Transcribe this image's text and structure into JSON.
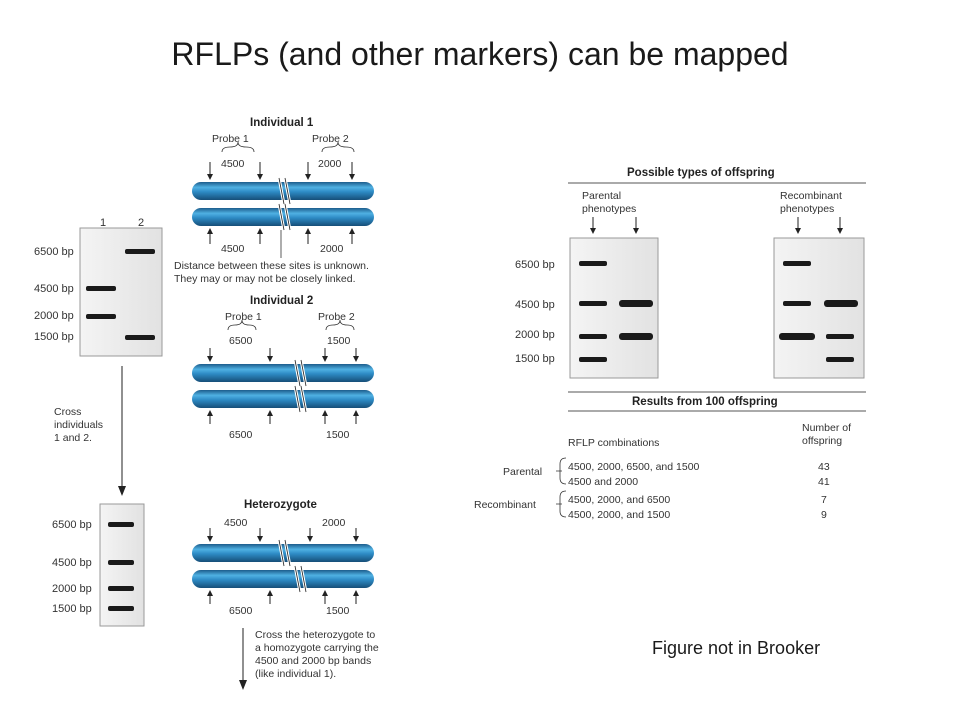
{
  "slide": {
    "title": "RFLPs (and other markers) can be mapped",
    "note": "Figure not in Brooker"
  },
  "left_gel": {
    "lanes": [
      "1",
      "2"
    ],
    "sizes": [
      "6500 bp",
      "4500 bp",
      "2000 bp",
      "1500 bp"
    ]
  },
  "cross_text": [
    "Cross",
    "individuals",
    "1 and 2."
  ],
  "het_gel": {
    "sizes": [
      "6500 bp",
      "4500 bp",
      "2000 bp",
      "1500 bp"
    ]
  },
  "individual1": {
    "title": "Individual 1",
    "probe1": "Probe 1",
    "probe2": "Probe 2",
    "top_a": "4500",
    "top_b": "2000",
    "bot_a": "4500",
    "bot_b": "2000",
    "note_l1": "Distance between these sites is unknown.",
    "note_l2": "They may or may not be closely linked."
  },
  "individual2": {
    "title": "Individual 2",
    "probe1": "Probe 1",
    "probe2": "Probe 2",
    "top_a": "6500",
    "top_b": "1500",
    "bot_a": "6500",
    "bot_b": "1500"
  },
  "heterozygote": {
    "title": "Heterozygote",
    "top_a": "4500",
    "top_b": "2000",
    "bot_a": "6500",
    "bot_b": "1500"
  },
  "het_cross_text": [
    "Cross the heterozygote to",
    "a homozygote carrying the",
    "4500 and 2000 bp bands",
    "(like individual 1)."
  ],
  "offspring": {
    "title": "Possible types of offspring",
    "parental_l1": "Parental",
    "parental_l2": "phenotypes",
    "recomb_l1": "Recombinant",
    "recomb_l2": "phenotypes",
    "sizes": [
      "6500 bp",
      "4500 bp",
      "2000 bp",
      "1500 bp"
    ]
  },
  "results": {
    "title": "Results from 100 offspring",
    "col1": "RFLP combinations",
    "col2_l1": "Number of",
    "col2_l2": "offspring",
    "group_parental": "Parental",
    "group_recombinant": "Recombinant",
    "rows": [
      {
        "combo": "4500, 2000, 6500, and 1500",
        "count": "43"
      },
      {
        "combo": "4500 and 2000",
        "count": "41"
      },
      {
        "combo": "4500, 2000, and 6500",
        "count": "7"
      },
      {
        "combo": "4500, 2000, and 1500",
        "count": "9"
      }
    ]
  }
}
